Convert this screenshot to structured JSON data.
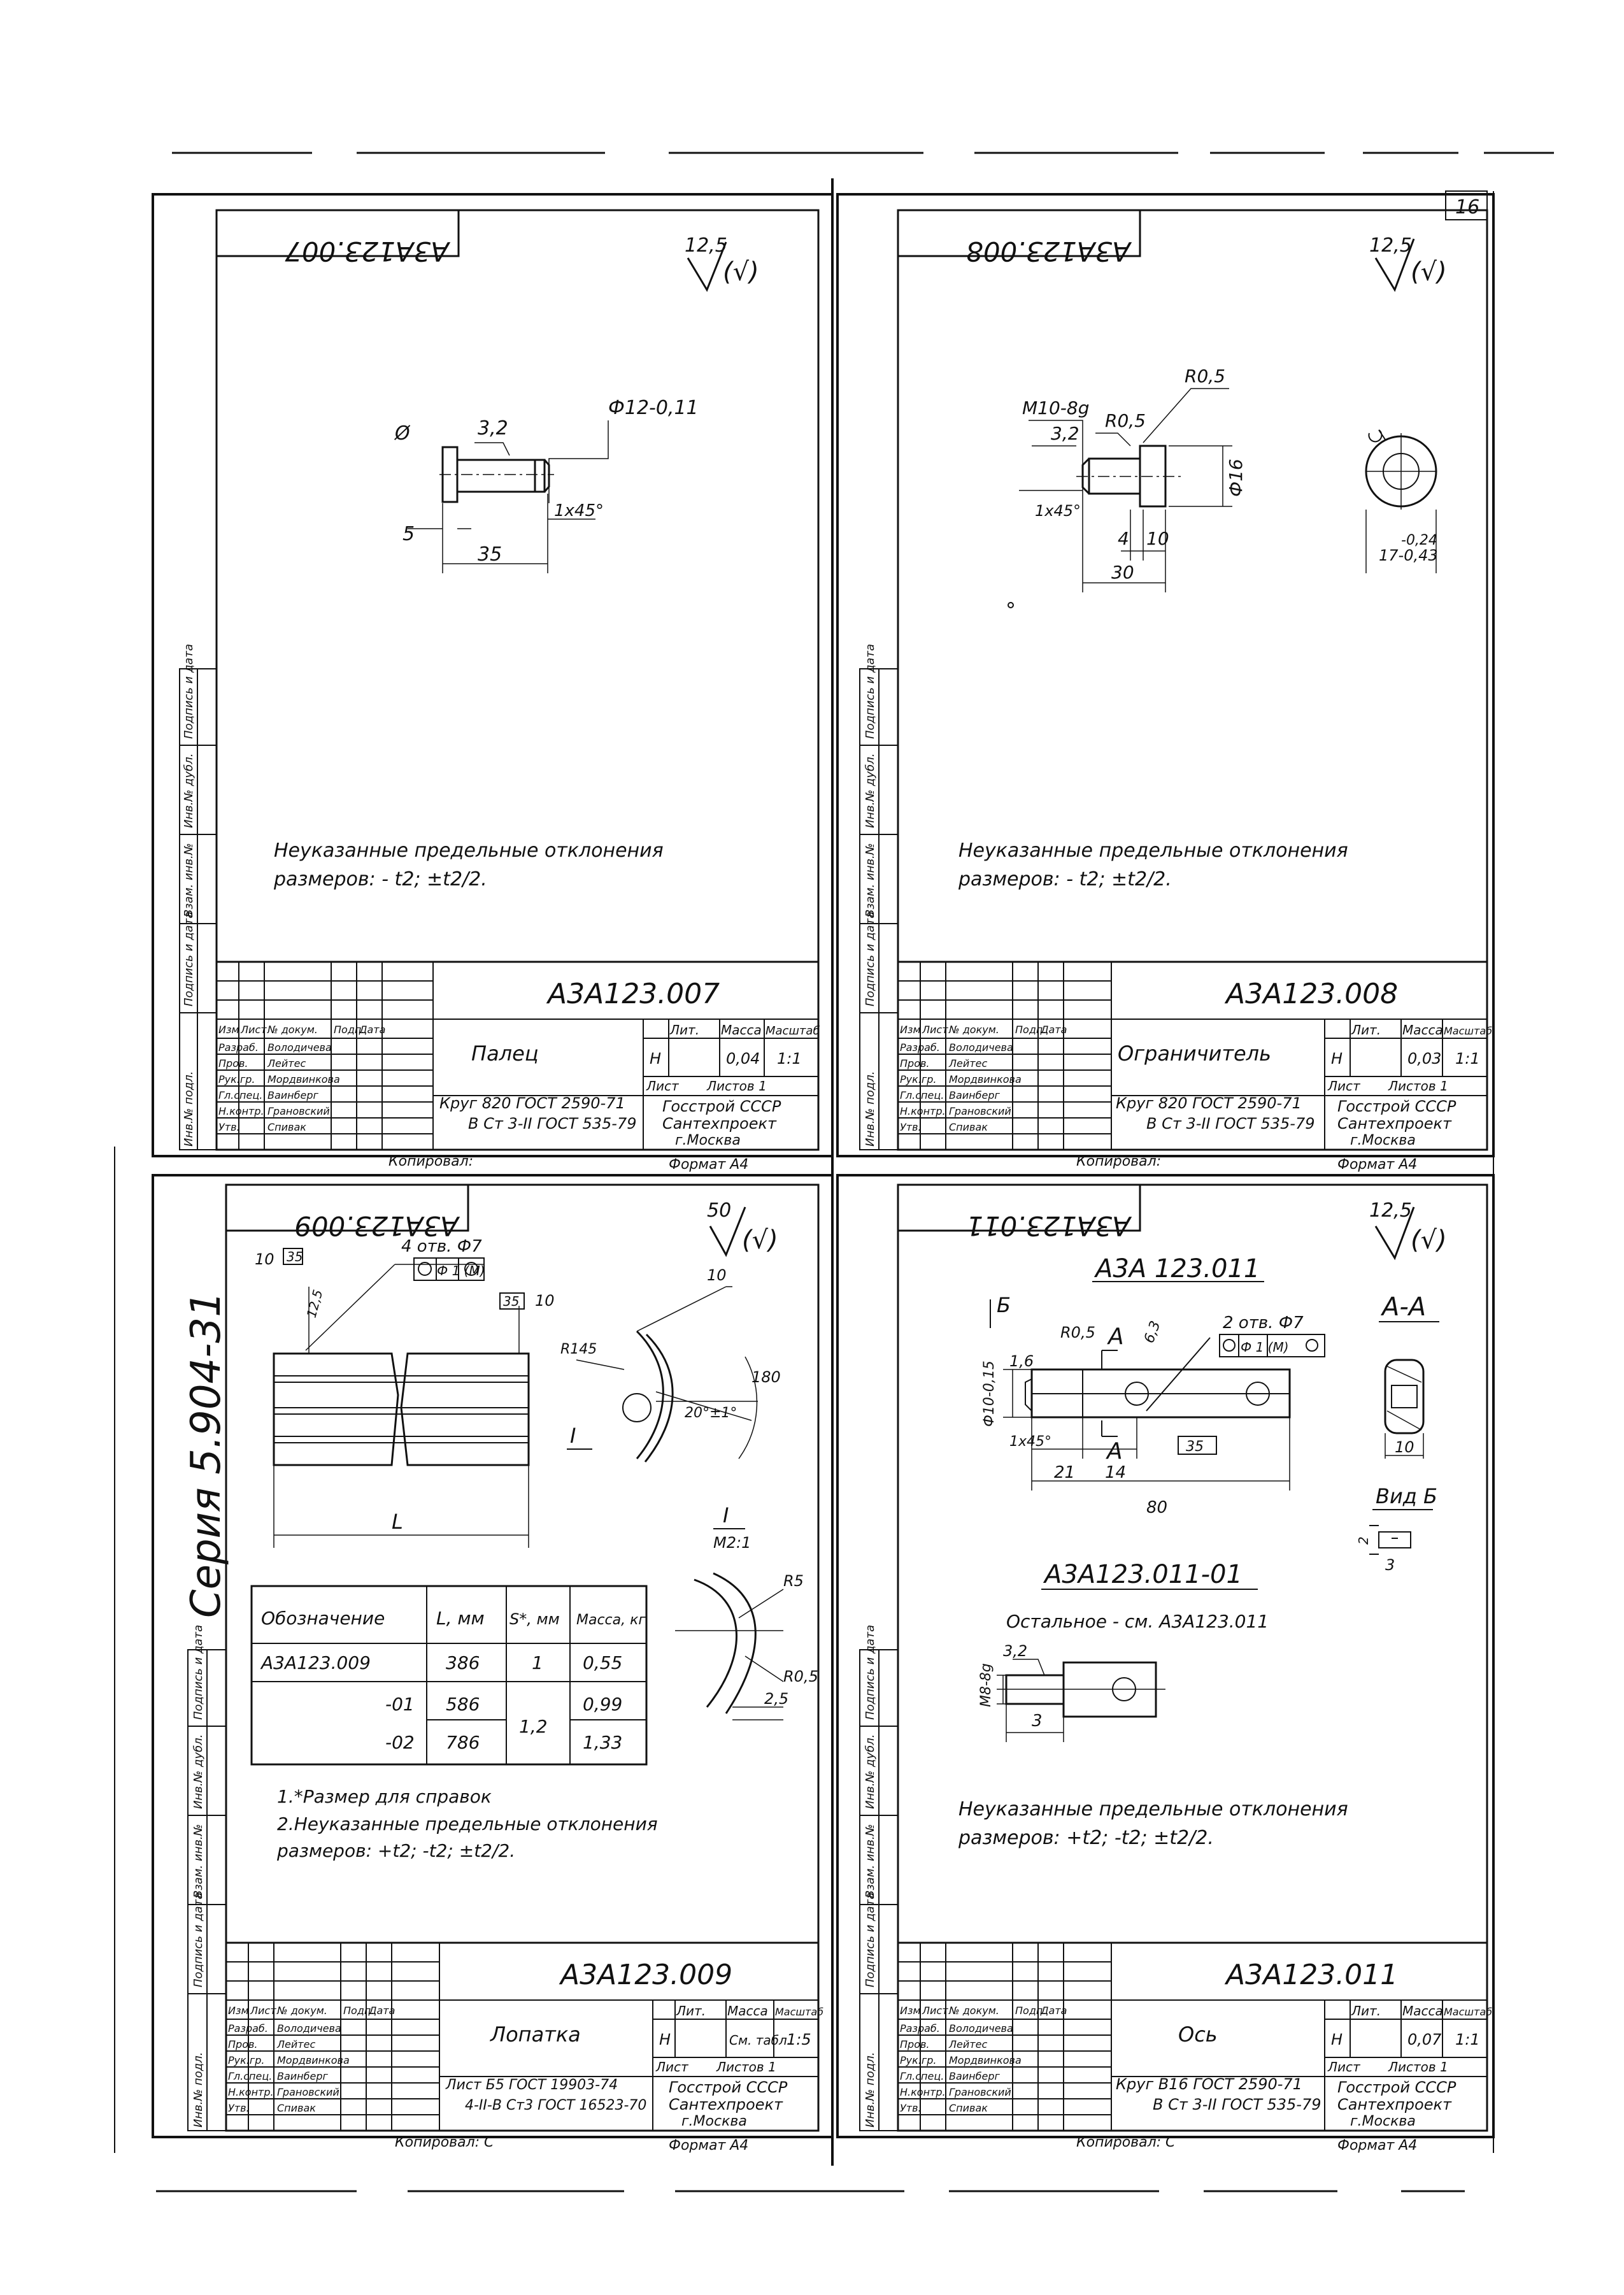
{
  "sheet": {
    "page_number": "16",
    "series": "Серия 5.904-31",
    "copied_label": "Копировал:",
    "copied_mark": "С",
    "format_label": "Формат А4",
    "format_label_alt": "Формат А4"
  },
  "stamp_side_labels": [
    "Инв.№ подл.",
    "Подпись и дата",
    "Взам. инв.№",
    "Инв.№ дубл.",
    "Подпись и дата"
  ],
  "stamp_headers": {
    "izm": "Изм",
    "list": "Лист",
    "doc": "№ докум.",
    "sign": "Подп.",
    "date": "Дата",
    "lit": "Лит.",
    "mass": "Масса",
    "scale": "Масштаб",
    "sheet": "Лист",
    "sheets": "Листов 1"
  },
  "stamp_roles": [
    "Разраб.",
    "Пров.",
    "Рук.гр.",
    "Гл.спец.",
    "Н.контр.",
    "Утв."
  ],
  "stamp_names": [
    "Володичева",
    "Лейтес",
    "Мордвинкова",
    "Ваинберг",
    "Грановский",
    "Спивак"
  ],
  "stamp_org": [
    "Госстрой СССР",
    "Сантехпроект",
    "г.Москва"
  ],
  "drawings": [
    {
      "id": "a3a123-007",
      "code": "А3А123.007",
      "code_mirrored": "А3А123.007",
      "name": "Палец",
      "lit": "Н",
      "mass": "0,04",
      "scale": "1:1",
      "material_1": "Круг 820 ГОСТ 2590-71",
      "material_2": "В Ст 3-II ГОСТ 535-79",
      "roughness": "12,5",
      "roughness_paren": "(√)",
      "dims": {
        "dia": "Ф12-0,11",
        "rough": "3,2",
        "chamfer": "1х45°",
        "d5": "5",
        "d35": "35"
      },
      "note_1": "Неуказанные предельные отклонения",
      "note_2": "размеров: - t2; ±t2/2."
    },
    {
      "id": "a3a123-008",
      "code": "А3А123.008",
      "code_mirrored": "А3А123.008",
      "name": "Ограничитель",
      "lit": "Н",
      "mass": "0,03",
      "scale": "1:1",
      "material_1": "Круг 820 ГОСТ 2590-71",
      "material_2": "В Ст 3-II ГОСТ 535-79",
      "roughness": "12,5",
      "roughness_paren": "(√)",
      "dims": {
        "thread": "М10-8g",
        "rough": "3,2",
        "r1": "R0,5",
        "r2": "R0,5",
        "dia": "Ф16",
        "chamfer": "1х45°",
        "d4": "4",
        "d10": "10",
        "d30": "30",
        "tol1": "-0,24",
        "tol2": "17-0,43"
      },
      "note_1": "Неуказанные предельные отклонения",
      "note_2": "размеров: - t2; ±t2/2."
    },
    {
      "id": "a3a123-009",
      "code": "А3А123.009",
      "code_mirrored": "А3А123.009",
      "name": "Лопатка",
      "lit": "Н",
      "mass": "См. табл.",
      "scale": "1:5",
      "material_1": "Лист Б5 ГОСТ 19903-74",
      "material_2": "4-II-В Ст3 ГОСТ 16523-70",
      "roughness": "50",
      "roughness_paren": "(√)",
      "dims": {
        "holes": "4 отв. Ф7",
        "pos": "Ф 1 (М)",
        "d10a": "10",
        "d35a": "35",
        "d12": "12,5",
        "d35b": "35",
        "d10b": "10",
        "d10c": "10",
        "r145": "R145",
        "ang": "20°±1°",
        "d180": "180",
        "L": "L",
        "sec": "I",
        "detail": "I",
        "detail_scale": "М2:1",
        "r5": "R5",
        "r05": "R0,5",
        "d25": "2,5"
      },
      "table_headers": [
        "Обозначение",
        "L, мм",
        "S*, мм",
        "Масса, кг"
      ],
      "table_rows": [
        [
          "А3А123.009",
          "386",
          "1",
          "0,55"
        ],
        [
          "-01",
          "586",
          "1,2",
          "0,99"
        ],
        [
          "-02",
          "786",
          "",
          "1,33"
        ]
      ],
      "note_1": "1.*Размер для справок",
      "note_2": "2.Неуказанные предельные отклонения",
      "note_3": "размеров: +t2; -t2; ±t2/2."
    },
    {
      "id": "a3a123-011",
      "code": "А3А123.011",
      "code_mirrored": "А3А123.011",
      "name": "Ось",
      "lit": "Н",
      "mass": "0,07",
      "scale": "1:1",
      "material_1": "Круг В16 ГОСТ 2590-71",
      "material_2": "В Ст 3-II ГОСТ 535-79",
      "roughness": "12,5",
      "roughness_paren": "(√)",
      "title_main": "А3А 123.011",
      "title_var": "А3А123.011-01",
      "var_note": "Остальное - см. А3А123.011",
      "dims": {
        "b": "Б",
        "a1": "А",
        "a2": "А",
        "rough": "6,3",
        "holes": "2 отв. Ф7",
        "pos": "Ф 1 (М)",
        "r05": "R0,5",
        "d16": "1,6",
        "dia": "Ф10-0,15",
        "chamfer": "1х45°",
        "d21": "21",
        "d14": "14",
        "d35": "35",
        "d80": "80",
        "sect": "А-А",
        "sect10": "10",
        "view": "Вид Б",
        "v2": "2",
        "v3": "3",
        "var_rough": "3,2",
        "var_thread": "М8-8g",
        "var3": "3"
      },
      "note_1": "Неуказанные предельные отклонения",
      "note_2": "размеров: +t2; -t2; ±t2/2."
    }
  ]
}
